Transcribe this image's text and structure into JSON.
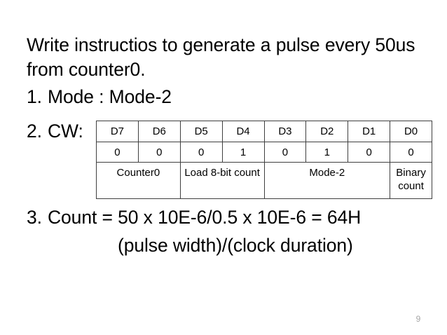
{
  "slide": {
    "intro": "Write instructios to generate a pulse every 50us\nfrom counter0.",
    "items": [
      {
        "number": "1.",
        "text": "Mode : Mode-2"
      },
      {
        "number": "2.",
        "text": "CW:"
      },
      {
        "number": "3.",
        "text": "Count = 50 x 10E-6/0.5 x 10E-6 = 64H"
      }
    ],
    "subline": "(pulse width)/(clock duration)",
    "page_number": "9",
    "page_number_color": "#a6a6a6",
    "border_color": "#3f3f3f",
    "background": "#ffffff",
    "text_color": "#000000"
  },
  "control_word_table": {
    "bit_labels": [
      "D7",
      "D6",
      "D5",
      "D4",
      "D3",
      "D2",
      "D1",
      "D0"
    ],
    "bit_values": [
      "0",
      "0",
      "0",
      "1",
      "0",
      "1",
      "0",
      "0"
    ],
    "fields": [
      {
        "label": "Counter0",
        "span": 2
      },
      {
        "label": "Load 8-bit count",
        "span": 2
      },
      {
        "label": "Mode-2",
        "span": 3
      },
      {
        "label": "Binary count",
        "span": 1
      }
    ]
  }
}
